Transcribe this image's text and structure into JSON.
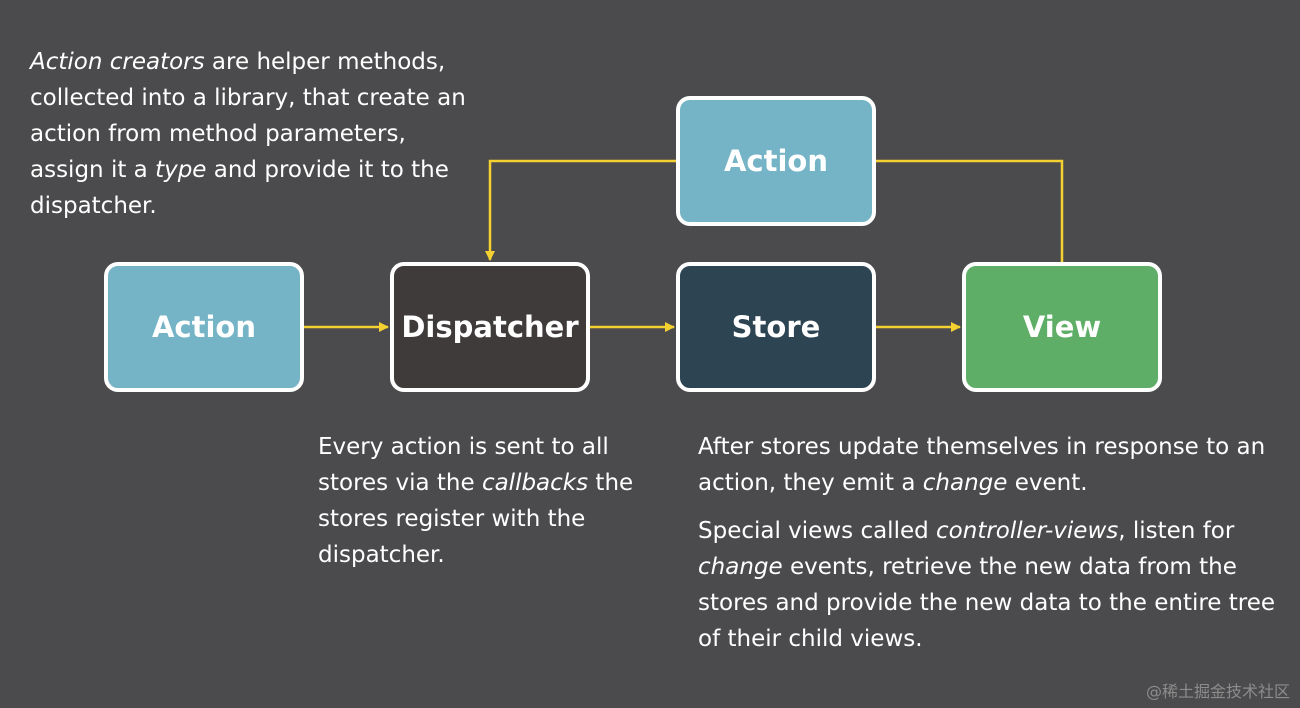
{
  "diagram": {
    "nodes": {
      "action_top": "Action",
      "action": "Action",
      "dispatcher": "Dispatcher",
      "store": "Store",
      "view": "View"
    },
    "colors": {
      "background": "#4b4b4d",
      "action": "#75b4c6",
      "dispatcher": "#3f3b3b",
      "store": "#2d4452",
      "view": "#5fae68",
      "arrow": "#f4d130",
      "box_border": "#ffffff"
    },
    "edges": [
      {
        "from": "action",
        "to": "dispatcher"
      },
      {
        "from": "dispatcher",
        "to": "store"
      },
      {
        "from": "store",
        "to": "view"
      },
      {
        "from": "view",
        "to": "action_top"
      },
      {
        "from": "action_top",
        "to": "dispatcher"
      }
    ]
  },
  "notes": {
    "creators": {
      "em1": "Action creators",
      "t1": " are helper methods, collected into a library, that create an action from method parameters, assign it a ",
      "em2": "type",
      "t2": " and provide it to the dispatcher."
    },
    "dispatch": {
      "t1": "Every action is sent to all stores via the ",
      "em1": "callbacks",
      "t2": " the stores register with the dispatcher."
    },
    "stores_update": {
      "t1": "After stores update themselves in response to an action, they emit a ",
      "em1": "change",
      "t2": " event."
    },
    "controller_views": {
      "t1": "Special views called ",
      "em1": "controller-views",
      "t2": ", listen for ",
      "em2": "change",
      "t3": " events, retrieve the new data from the stores and provide the new data to the entire tree of their child views."
    }
  },
  "watermark": "@稀土掘金技术社区"
}
